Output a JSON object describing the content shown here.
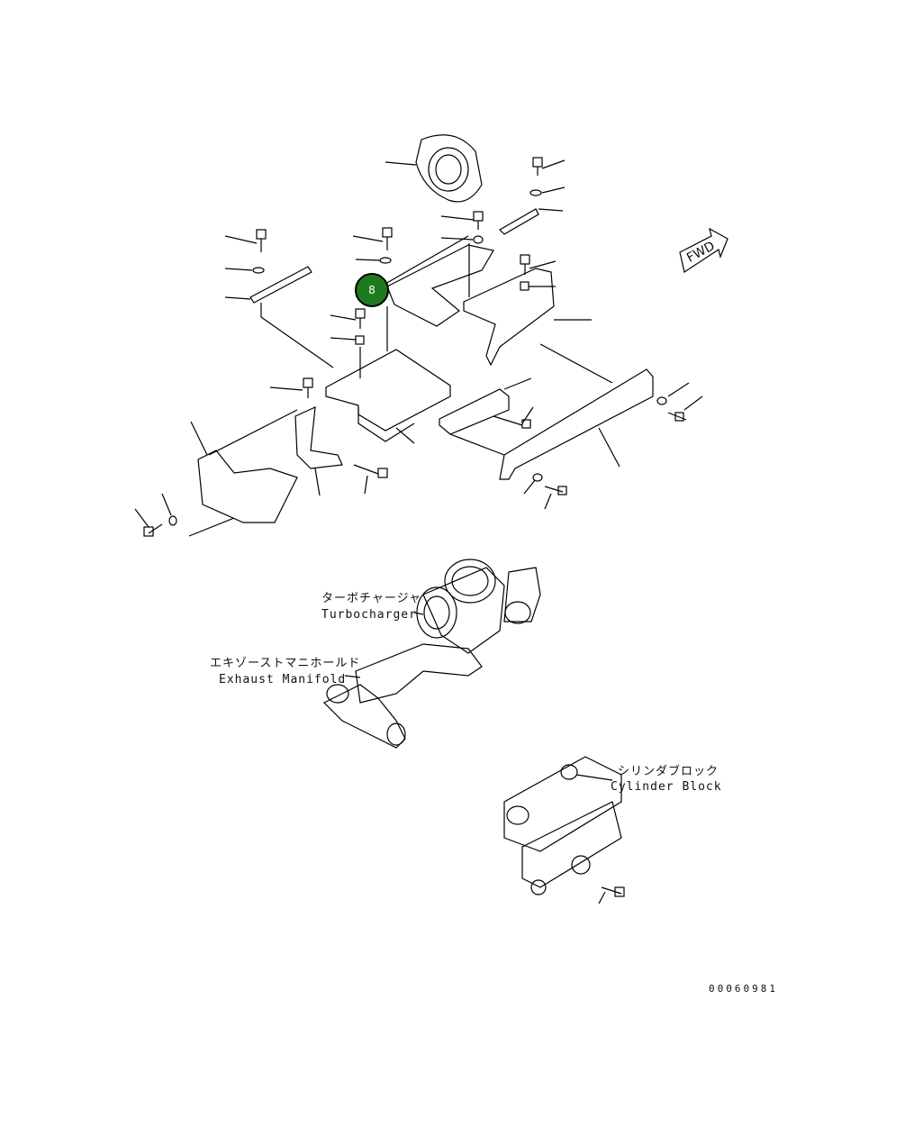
{
  "labels": {
    "turbocharger_jp": "ターボチャージャ",
    "turbocharger_en": "Turbocharger",
    "manifold_jp": "エキゾーストマニホールド",
    "manifold_en": "Exhaust Manifold",
    "cylinder_jp": "シリンダブロック",
    "cylinder_en": "Cylinder Block"
  },
  "marker": {
    "label": "8",
    "color": "#1f7a1f"
  },
  "fwd_text": "FWD",
  "drawing_number": "00060981"
}
